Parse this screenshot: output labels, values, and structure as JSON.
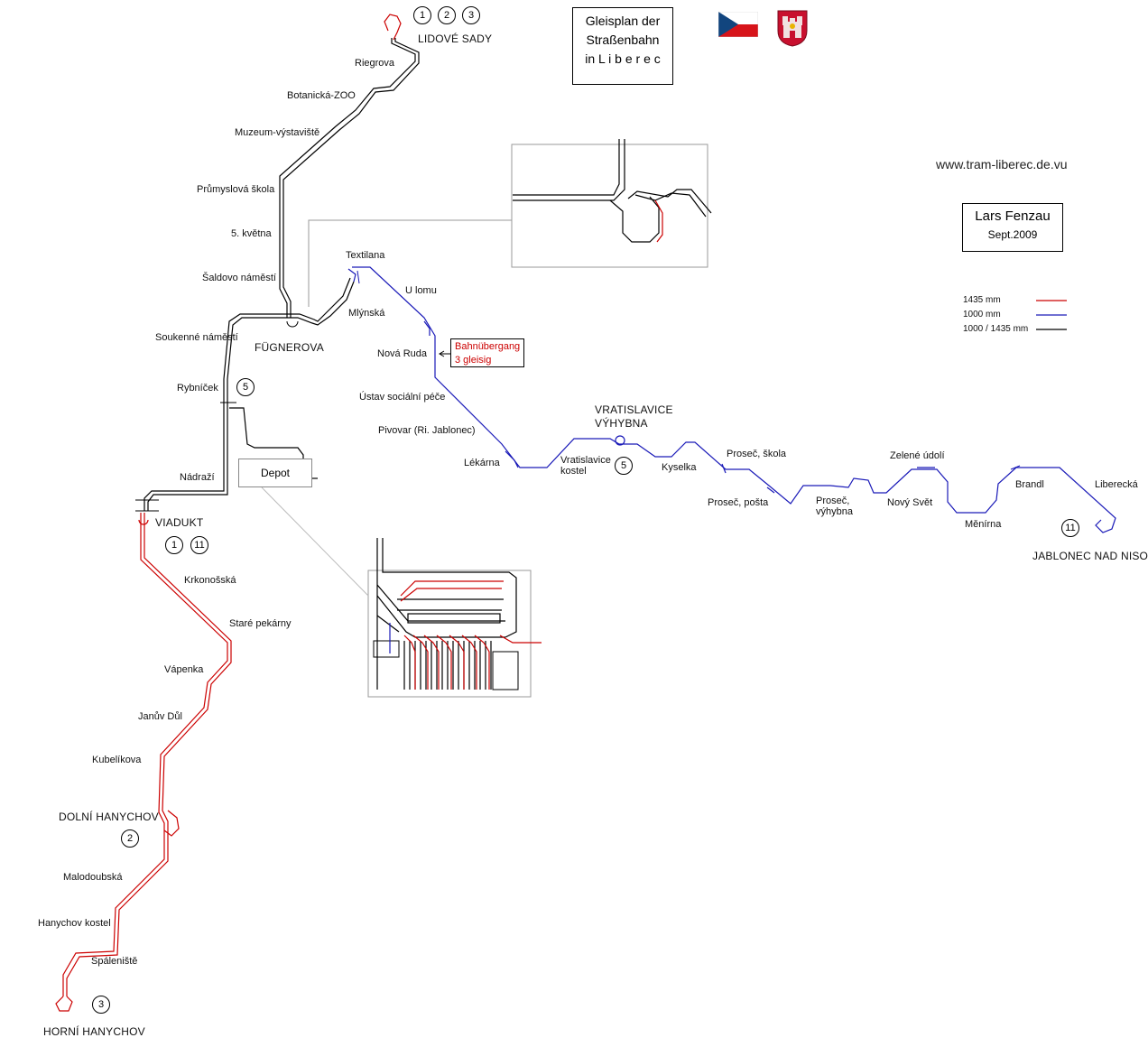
{
  "title": {
    "line1": "Gleisplan der",
    "line2": "Straßenbahn",
    "line3": "in L i b e r e c"
  },
  "website": "www.tram-liberec.de.vu",
  "author": {
    "name": "Lars  Fenzau",
    "date": "Sept.2009"
  },
  "legend": [
    {
      "label": "1435 mm",
      "color": "#cc0000"
    },
    {
      "label": "1000 mm",
      "color": "#1a1ab8"
    },
    {
      "label": "1000 / 1435 mm",
      "color": "#000000"
    }
  ],
  "note": {
    "line1": "Bahnübergang",
    "line2": "3 gleisig"
  },
  "depot": "Depot",
  "stations": {
    "lidove_sady": "LIDOVÉ SADY",
    "riegrova": "Riegrova",
    "botanicka": "Botanická-ZOO",
    "muzeum": "Muzeum-výstaviště",
    "prumyslova": "Průmyslová škola",
    "kvetna": "5. května",
    "saldovo": "Šaldovo náměstí",
    "soukenne": "Soukenné náměstí",
    "fugnerova": "FÜGNEROVA",
    "rybnicek": "Rybníček",
    "nadrazi": "Nádraží",
    "viadukt": "VIADUKT",
    "krkonosska": "Krkonošská",
    "stare_pekarny": "Staré pekárny",
    "vapenka": "Vápenka",
    "januv_dul": "Janův Důl",
    "kubelikova": "Kubelíkova",
    "dolni_hanychov": "DOLNÍ HANYCHOV",
    "malodoubska": "Malodoubská",
    "hanychov_kostel": "Hanychov kostel",
    "spaleniste": "Spáleniště",
    "horni_hanychov": "HORNÍ HANYCHOV",
    "textilana": "Textilana",
    "u_lomu": "U lomu",
    "mlynska": "Mlýnská",
    "nova_ruda": "Nová Ruda",
    "ustav": "Ústav sociální péče",
    "pivovar": "Pivovar (Ri. Jablonec)",
    "lekarna": "Lékárna",
    "vratislavice_vyhybna_1": "VRATISLAVICE",
    "vratislavice_vyhybna_2": "VÝHYBNA",
    "vratislavice_kostel_1": "Vratislavice",
    "vratislavice_kostel_2": "kostel",
    "kyselka": "Kyselka",
    "prosec_skola": "Proseč, škola",
    "prosec_posta": "Proseč, pošta",
    "prosec_vyhybna_1": "Proseč,",
    "prosec_vyhybna_2": "výhybna",
    "zelene_udoli": "Zelené údolí",
    "novy_svet": "Nový Svět",
    "menirna": "Měnírna",
    "brandl": "Brandl",
    "liberecka": "Liberecká",
    "jablonec": "JABLONEC NAD NISOU"
  },
  "line_numbers": {
    "top_1": "1",
    "top_2": "2",
    "top_3": "3",
    "rybnicek_5": "5",
    "viadukt_1": "1",
    "viadukt_11": "11",
    "dolni_2": "2",
    "horni_3": "3",
    "vratislavice_5": "5",
    "jablonec_11": "11"
  },
  "colors": {
    "red": "#cc0000",
    "blue": "#1a1ab8",
    "black": "#000000",
    "gray": "#9a9a9a"
  }
}
